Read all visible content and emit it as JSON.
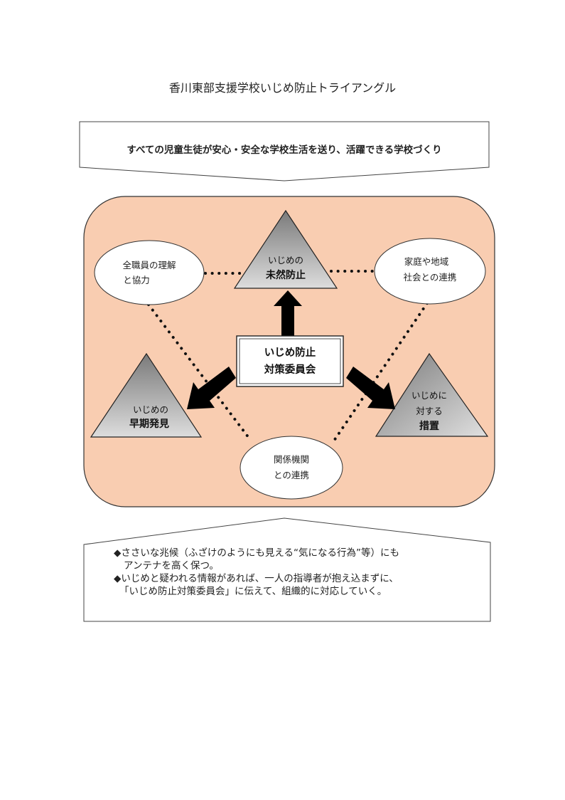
{
  "title": "香川東部支援学校いじめ防止トライアングル",
  "goal_text": "すべての児童生徒が安心・安全な学校生活を送り、活躍できる学校づくり",
  "center_box": {
    "line1": "いじめ防止",
    "line2": "対策委員会"
  },
  "triangles": {
    "top": {
      "line1": "いじめの",
      "line2": "未然防止"
    },
    "left": {
      "line1": "いじめの",
      "line2": "早期発見"
    },
    "right": {
      "line1": "いじめに",
      "line2": "対する",
      "line3": "措置"
    }
  },
  "ovals": {
    "top_left": {
      "line1": "全職員の理解",
      "line2": "と協力"
    },
    "top_right": {
      "line1": "家庭や地域",
      "line2": "社会との連携"
    },
    "bottom": {
      "line1": "関係機関",
      "line2": "との連携"
    }
  },
  "notes": [
    "◆ささいな兆候（ふざけのようにも見える“気になる行為”等）にも",
    "アンテナを高く保つ。",
    "◆いじめと疑われる情報があれば、一人の指導者が抱え込まずに、",
    "「いじめ防止対策委員会」に伝えて、組織的に対応していく。"
  ],
  "colors": {
    "panel_fill": "#f9cdb1",
    "triangle_dark": "#7a7a7a",
    "triangle_light": "#dcdcdc",
    "arrow": "#000000"
  }
}
